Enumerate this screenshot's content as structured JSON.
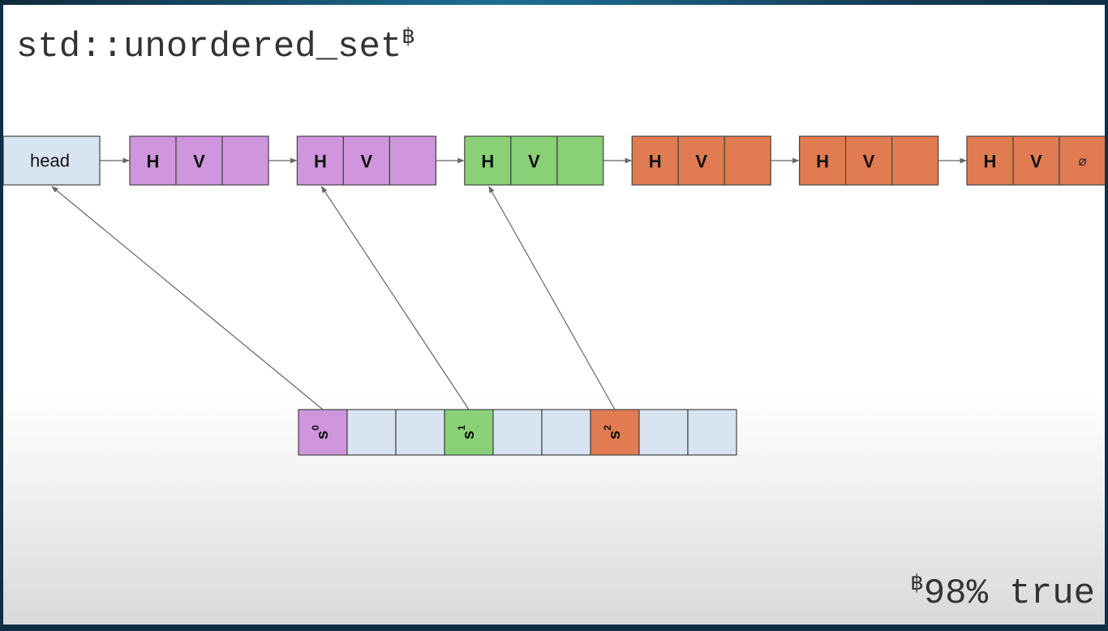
{
  "slide": {
    "title": "std::unordered_set",
    "title_marker": "฿",
    "footnote_marker": "฿",
    "footnote": "98% true"
  },
  "list": {
    "head_label": "head",
    "nodes": [
      {
        "h": "H",
        "v": "V",
        "next": "",
        "color": "#d096dd"
      },
      {
        "h": "H",
        "v": "V",
        "next": "",
        "color": "#d096dd"
      },
      {
        "h": "H",
        "v": "V",
        "next": "",
        "color": "#89d077"
      },
      {
        "h": "H",
        "v": "V",
        "next": "",
        "color": "#e07b52"
      },
      {
        "h": "H",
        "v": "V",
        "next": "",
        "color": "#e07b52"
      },
      {
        "h": "H",
        "v": "V",
        "next": "⌀",
        "color": "#e07b52"
      }
    ]
  },
  "buckets": {
    "cells": [
      {
        "label": "s",
        "sup": "0",
        "color": "#d096dd"
      },
      {
        "label": "",
        "sup": "",
        "color": "#d8e4f2"
      },
      {
        "label": "",
        "sup": "",
        "color": "#d8e4f2"
      },
      {
        "label": "s",
        "sup": "1",
        "color": "#89d077"
      },
      {
        "label": "",
        "sup": "",
        "color": "#d8e4f2"
      },
      {
        "label": "",
        "sup": "",
        "color": "#d8e4f2"
      },
      {
        "label": "s",
        "sup": "2",
        "color": "#e07b52"
      },
      {
        "label": "",
        "sup": "",
        "color": "#d8e4f2"
      },
      {
        "label": "",
        "sup": "",
        "color": "#d8e4f2"
      }
    ]
  },
  "colors": {
    "head_fill": "#d8e4f2",
    "stroke": "#444444",
    "arrow": "#666666"
  }
}
